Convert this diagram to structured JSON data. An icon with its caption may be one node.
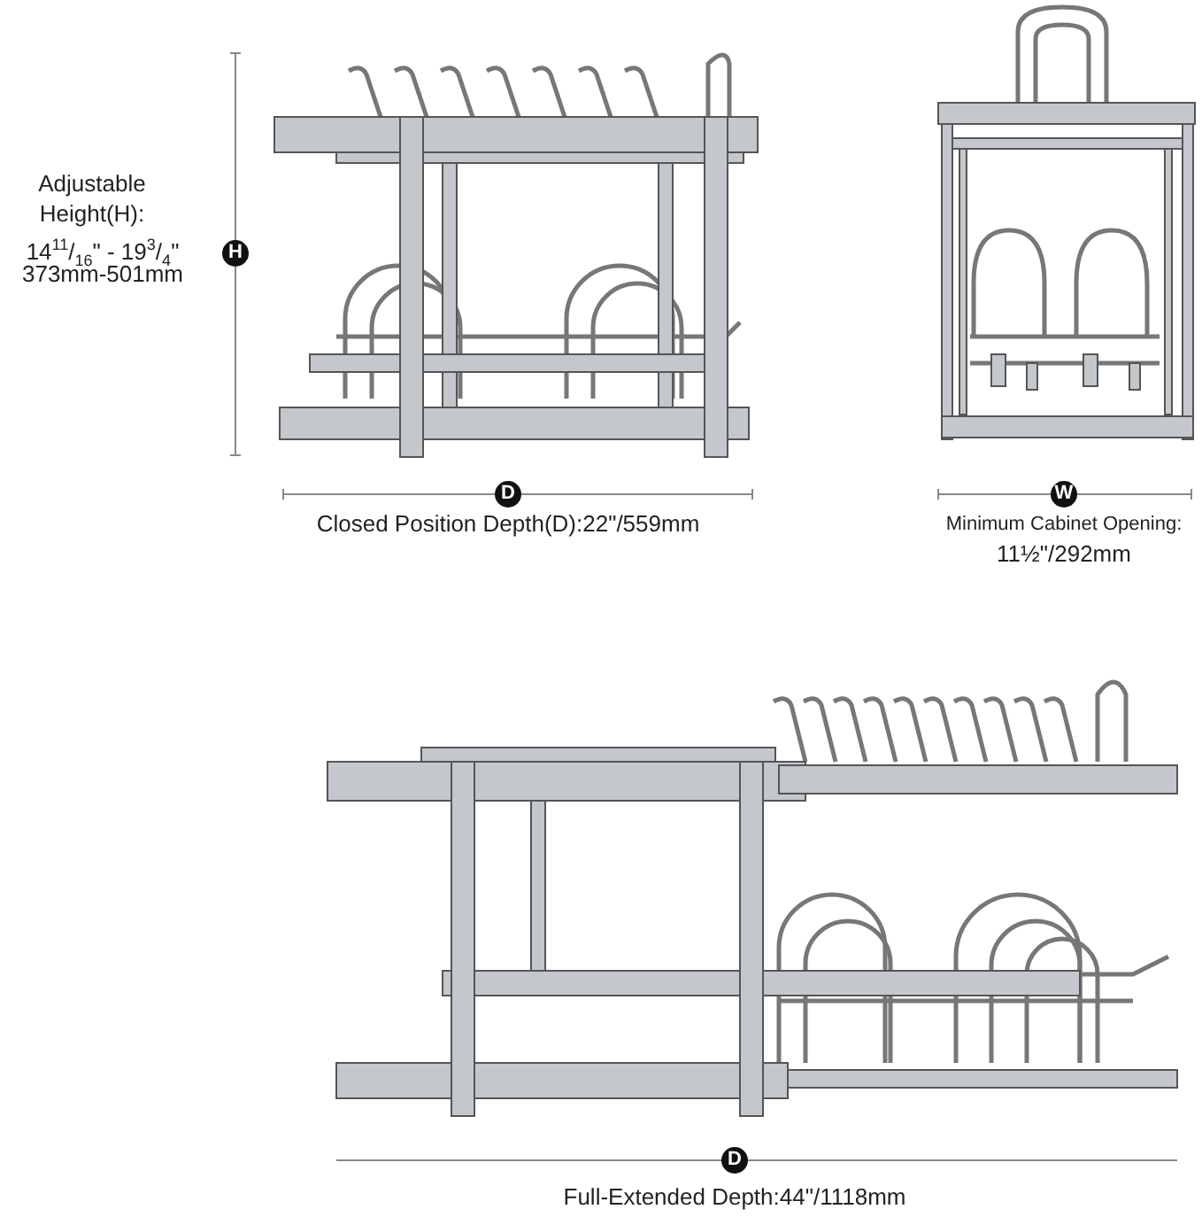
{
  "diagram": {
    "labels": [
      "Adjustable",
      "Height(H):",
      "14$^{11}$/$_{16}$\" - 19$^{3}$/$_{4}$\"",
      "373mm-501mm",
      "H",
      "D",
      "Closed Position Depth(D):22\"/559mm",
      "W",
      "Minimum Cabinet Opening:",
      "11½\"/292mm",
      "D",
      "Full-Extended Depth:44\"/1118mm"
    ]
  }
}
